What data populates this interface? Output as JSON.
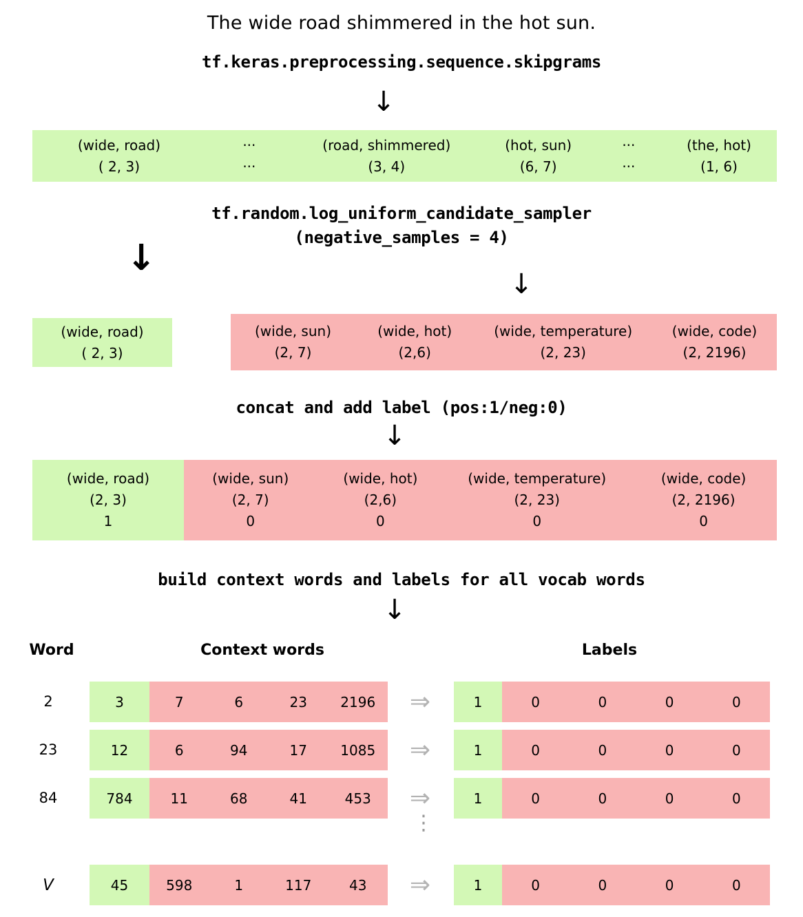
{
  "sentence": "The wide road shimmered in the hot sun.",
  "steps": {
    "skipgrams_api": "tf.keras.preprocessing.sequence.skipgrams",
    "sampler_api_line1": "tf.random.log_uniform_candidate_sampler",
    "sampler_api_line2": "(negative_samples = 4)",
    "concat_label": "concat and add label (pos:1/neg:0)",
    "build_label": "build context words and labels for all vocab words"
  },
  "icons": {
    "arrow_down": "↓",
    "arrow_double_right": "⇒",
    "vertical_dots": "⋮",
    "ellipsis": "···"
  },
  "colors": {
    "positive_green": "#d3f8b6",
    "negative_red": "#f9b4b4",
    "arrow_gray": "#b3b3b3",
    "text": "#000000"
  },
  "skipgram_band": {
    "columns": [
      {
        "pair": "(wide, road)",
        "indices": "( 2, 3)",
        "flex": 24
      },
      {
        "pair": "···",
        "indices": "···",
        "flex": 12
      },
      {
        "pair": "(road, shimmered)",
        "indices": "(3, 4)",
        "flex": 26
      },
      {
        "pair": "(hot, sun)",
        "indices": "(6, 7)",
        "flex": 16
      },
      {
        "pair": "···",
        "indices": "···",
        "flex": 9
      },
      {
        "pair": "(the, hot)",
        "indices": "(1, 6)",
        "flex": 16
      }
    ]
  },
  "positive_band": {
    "columns": [
      {
        "pair": "(wide, road)",
        "indices": "( 2, 3)"
      }
    ]
  },
  "negative_band": {
    "columns": [
      {
        "pair": "(wide, sun)",
        "indices": "(2, 7)",
        "flex": 21
      },
      {
        "pair": "(wide, hot)",
        "indices": "(2,6)",
        "flex": 20
      },
      {
        "pair": "(wide, temperature)",
        "indices": "(2, 23)",
        "flex": 30
      },
      {
        "pair": "(wide, code)",
        "indices": "(2, 2196)",
        "flex": 21
      }
    ]
  },
  "concat_band": {
    "positive": [
      {
        "pair": "(wide, road)",
        "indices": "(2, 3)",
        "label": "1"
      }
    ],
    "negative": [
      {
        "pair": "(wide, sun)",
        "indices": "(2, 7)",
        "label": "0",
        "flex": 20
      },
      {
        "pair": "(wide, hot)",
        "indices": "(2,6)",
        "label": "0",
        "flex": 19
      },
      {
        "pair": "(wide, temperature)",
        "indices": "(2, 23)",
        "label": "0",
        "flex": 28
      },
      {
        "pair": "(wide, code)",
        "indices": "(2, 2196)",
        "label": "0",
        "flex": 22
      }
    ]
  },
  "table": {
    "headers": {
      "word": "Word",
      "context_words": "Context words",
      "labels": "Labels"
    },
    "rows": [
      {
        "word": "2",
        "word_italic": false,
        "context_positive": "3",
        "context_negatives": [
          "7",
          "6",
          "23",
          "2196"
        ],
        "label_positive": "1",
        "label_negatives": [
          "0",
          "0",
          "0",
          "0"
        ]
      },
      {
        "word": "23",
        "word_italic": false,
        "context_positive": "12",
        "context_negatives": [
          "6",
          "94",
          "17",
          "1085"
        ],
        "label_positive": "1",
        "label_negatives": [
          "0",
          "0",
          "0",
          "0"
        ]
      },
      {
        "word": "84",
        "word_italic": false,
        "context_positive": "784",
        "context_negatives": [
          "11",
          "68",
          "41",
          "453"
        ],
        "label_positive": "1",
        "label_negatives": [
          "0",
          "0",
          "0",
          "0"
        ]
      },
      {
        "word": "V",
        "word_italic": true,
        "context_positive": "45",
        "context_negatives": [
          "598",
          "1",
          "117",
          "43"
        ],
        "label_positive": "1",
        "label_negatives": [
          "0",
          "0",
          "0",
          "0"
        ]
      }
    ]
  }
}
